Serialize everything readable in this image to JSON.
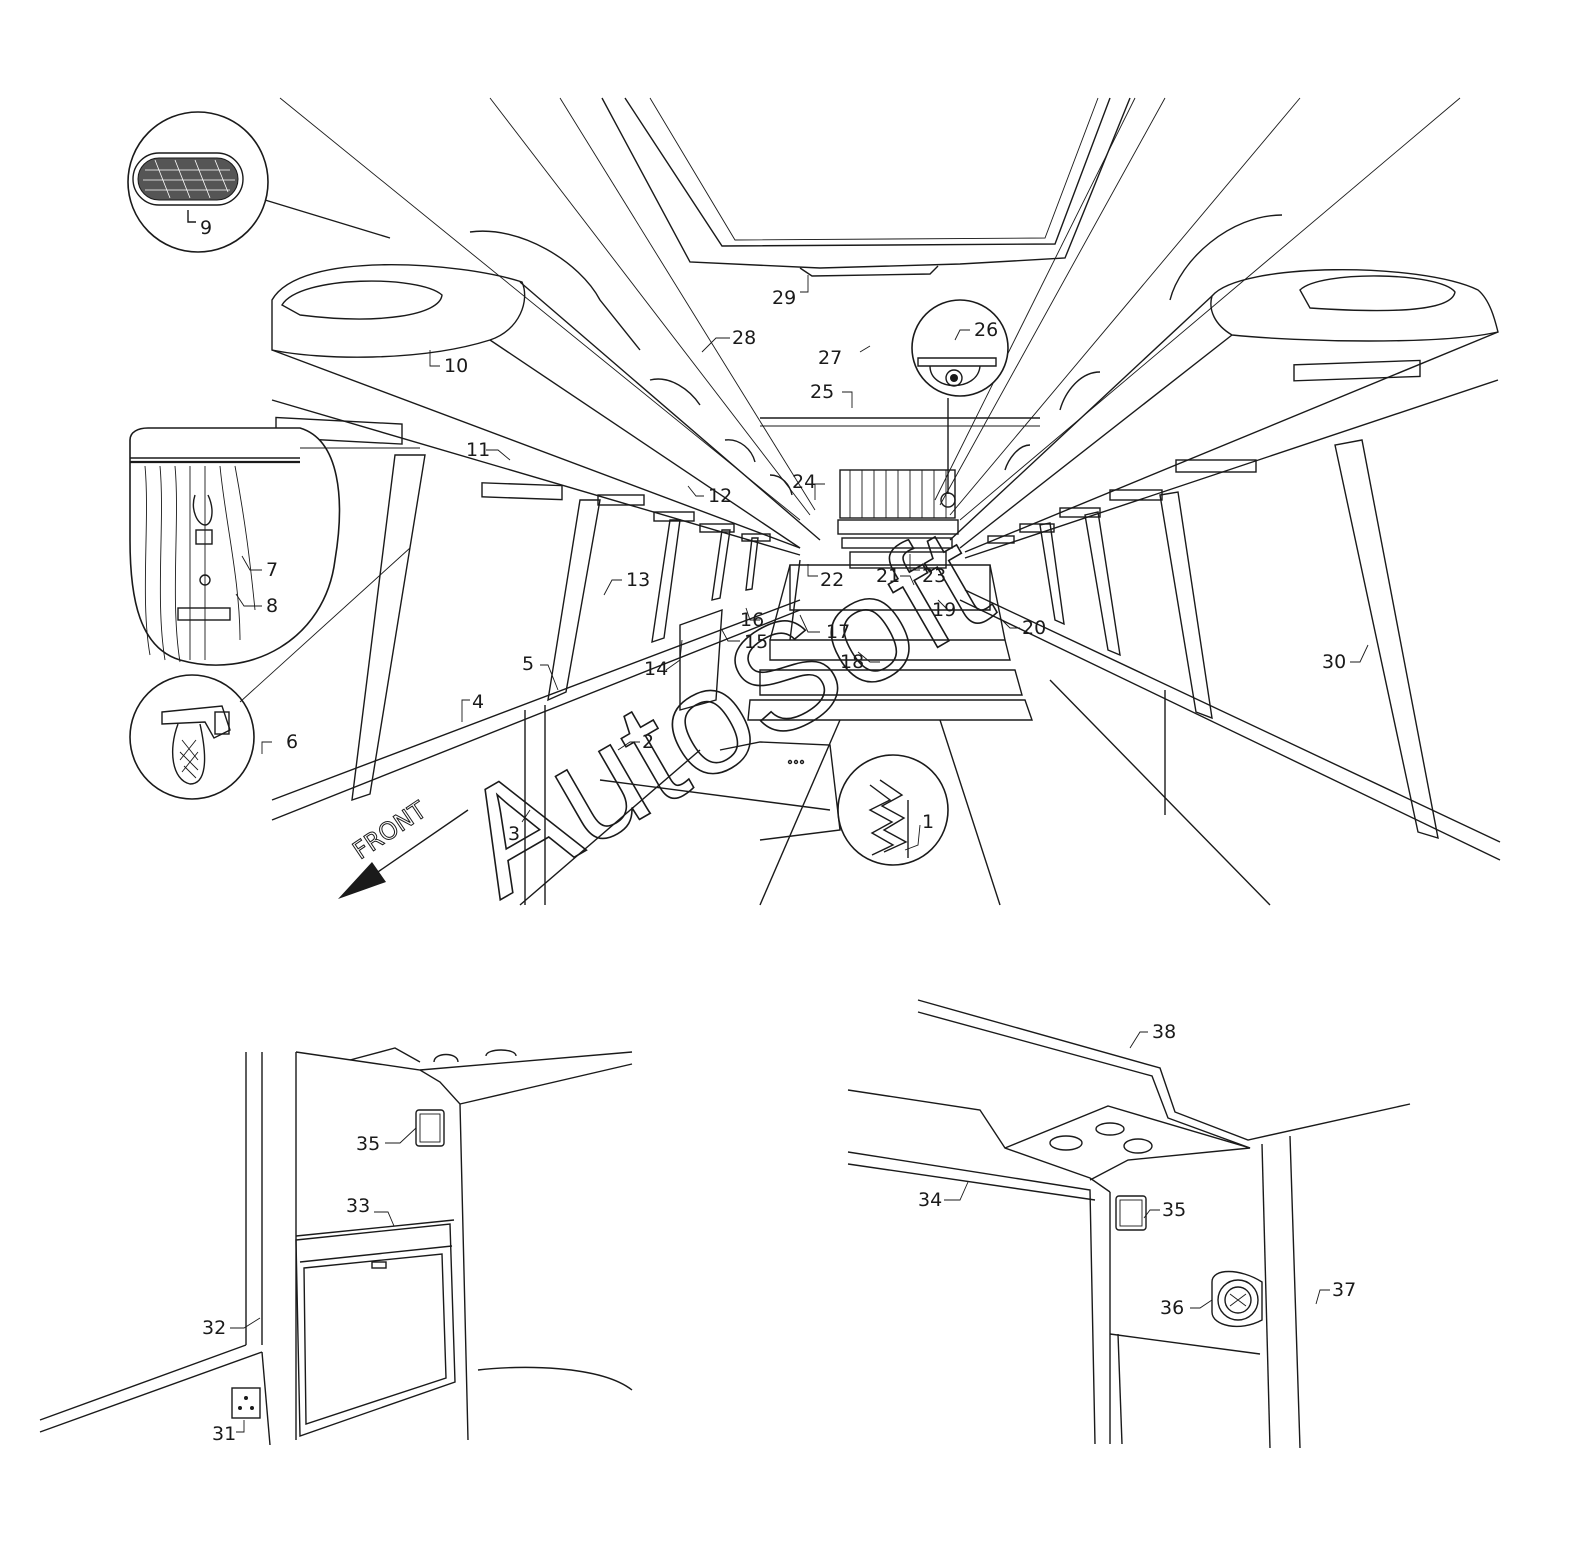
{
  "watermark": "AutoSoft",
  "direction_label": "FRONT",
  "icons": [
    "front-arrow-icon",
    "lamp-icon",
    "camera-icon",
    "curtain-detail-icon",
    "handle-detail-icon",
    "hammer-icon",
    "socket-icon",
    "knob-icon"
  ],
  "callouts": {
    "c1": "1",
    "c2": "2",
    "c3": "3",
    "c4": "4",
    "c5": "5",
    "c6": "6",
    "c7": "7",
    "c8": "8",
    "c9": "9",
    "c10": "10",
    "c11": "11",
    "c12": "12",
    "c13": "13",
    "c14": "14",
    "c15": "15",
    "c16": "16",
    "c17": "17",
    "c18": "18",
    "c19": "19",
    "c20": "20",
    "c21": "21",
    "c22": "22",
    "c23": "23",
    "c24": "24",
    "c25": "25",
    "c26": "26",
    "c27": "27",
    "c28": "28",
    "c29": "29",
    "c30": "30",
    "c31": "31",
    "c32": "32",
    "c33": "33",
    "c34": "34",
    "c35a": "35",
    "c35b": "35",
    "c36": "36",
    "c37": "37",
    "c38": "38"
  }
}
